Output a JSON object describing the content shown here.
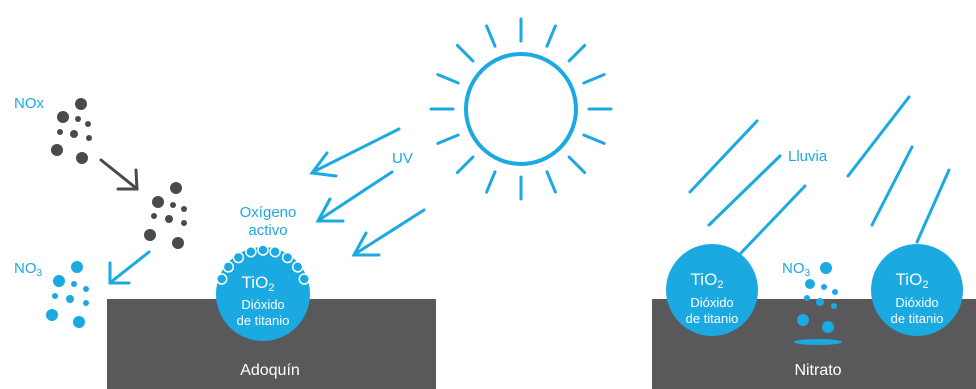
{
  "colors": {
    "accent": "#1ba9e1",
    "slab": "#59595b",
    "molecule_dark": "#4a4a4c",
    "white": "#ffffff"
  },
  "left": {
    "nox_label": "NOx",
    "no3_label": "NO",
    "no3_sub": "3",
    "uv_label": "UV",
    "oxygen_line1": "Oxígeno",
    "oxygen_line2": "activo",
    "tio2_main": "TiO",
    "tio2_sub": "2",
    "tio2_desc1": "Dióxido",
    "tio2_desc2": "de titanio",
    "slab_label": "Adoquín"
  },
  "right": {
    "rain_label": "Lluvia",
    "no3_label": "NO",
    "no3_sub": "3",
    "tio2_main": "TiO",
    "tio2_sub": "2",
    "tio2_desc1": "Dióxido",
    "tio2_desc2": "de titanio",
    "slab_label": "Nitrato"
  },
  "icons": {
    "sun": "sun-icon",
    "rain": "rain-lines-icon",
    "arrow": "arrow-icon"
  }
}
